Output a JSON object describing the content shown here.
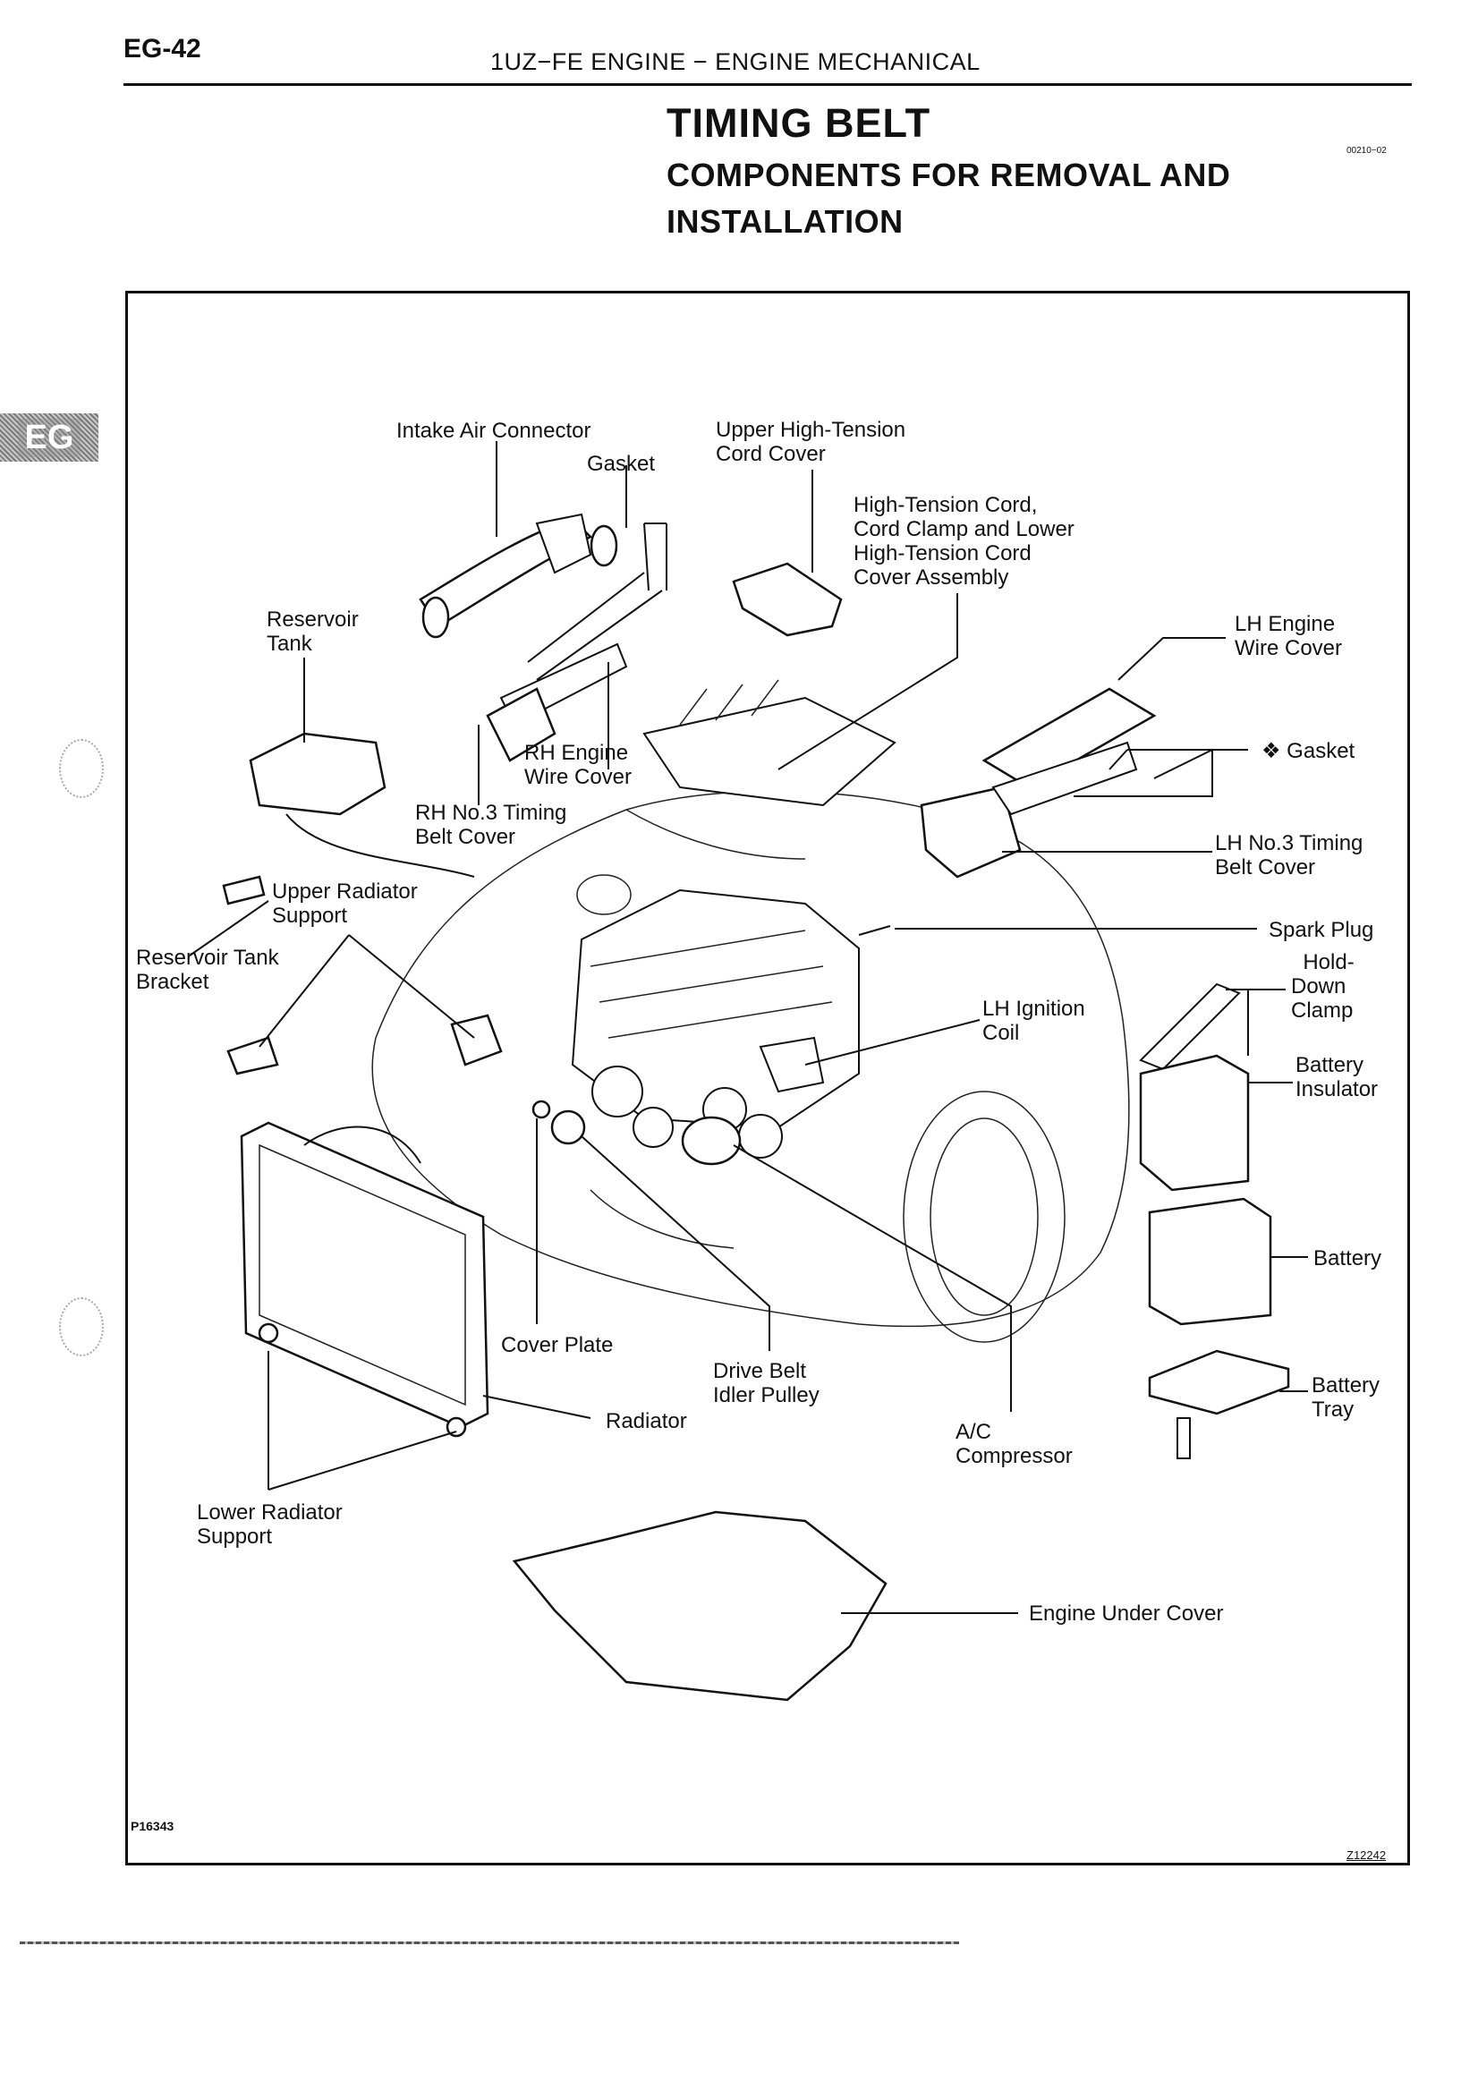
{
  "header": {
    "page_number": "EG-42",
    "section_title": "1UZ−FE ENGINE − ENGINE MECHANICAL"
  },
  "titles": {
    "main": "TIMING BELT",
    "sub_line1": "COMPONENTS FOR REMOVAL AND",
    "sub_line2": "INSTALLATION",
    "doc_code": "00210−02"
  },
  "side_tab": "EG",
  "figure": {
    "ref_left": "P16343",
    "ref_right": "Z12242"
  },
  "labels": {
    "intake_air_connector": "Intake Air Connector",
    "gasket_top": "Gasket",
    "upper_ht_cord_cover": "Upper High-Tension\nCord Cover",
    "ht_cord_assembly": "High-Tension Cord,\nCord Clamp and Lower\nHigh-Tension Cord\nCover Assembly",
    "lh_engine_wire_cover": "LH Engine\nWire Cover",
    "reservoir_tank": "Reservoir\nTank",
    "rh_engine_wire_cover": "RH Engine\nWire Cover",
    "gasket_right": "❖ Gasket",
    "rh_no3_timing_belt_cover": "RH No.3 Timing\nBelt Cover",
    "lh_no3_timing_belt_cover": "LH No.3 Timing\nBelt Cover",
    "upper_radiator_support": "Upper Radiator\nSupport",
    "spark_plug": "Spark Plug",
    "reservoir_tank_bracket": "Reservoir Tank\nBracket",
    "hold_down_clamp": "  Hold-\nDown\nClamp",
    "lh_ignition_coil": "LH Ignition\nCoil",
    "battery_insulator": "Battery\nInsulator",
    "battery": "Battery",
    "cover_plate": "Cover Plate",
    "drive_belt_idler_pulley": "Drive Belt\nIdler Pulley",
    "battery_tray": "Battery\nTray",
    "radiator": "Radiator",
    "ac_compressor": "A/C\nCompressor",
    "lower_radiator_support": "Lower Radiator\nSupport",
    "engine_under_cover": "Engine Under Cover"
  }
}
